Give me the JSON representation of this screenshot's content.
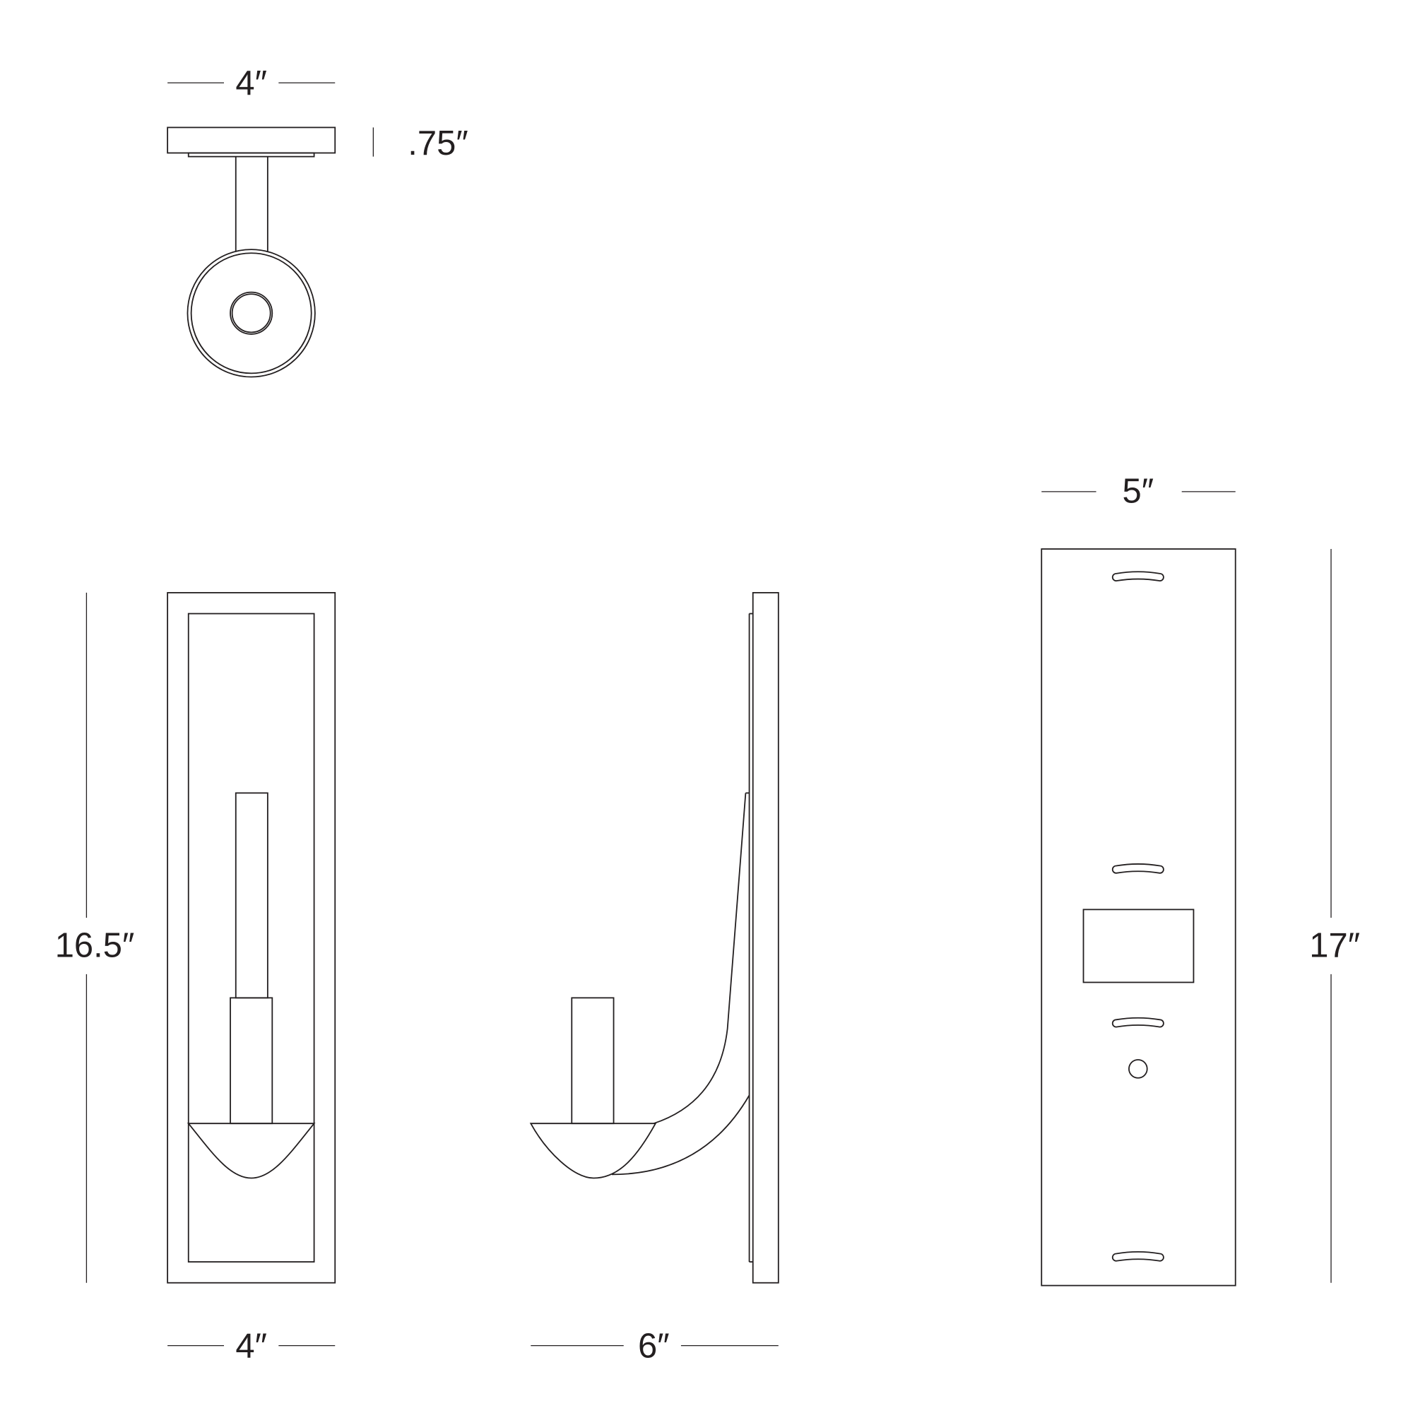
{
  "dimensions": {
    "top_width": "4″",
    "top_depth": ".75″",
    "front_height": "16.5″",
    "front_width": "4″",
    "side_depth": "6″",
    "back_width": "5″",
    "back_height": "17″"
  }
}
